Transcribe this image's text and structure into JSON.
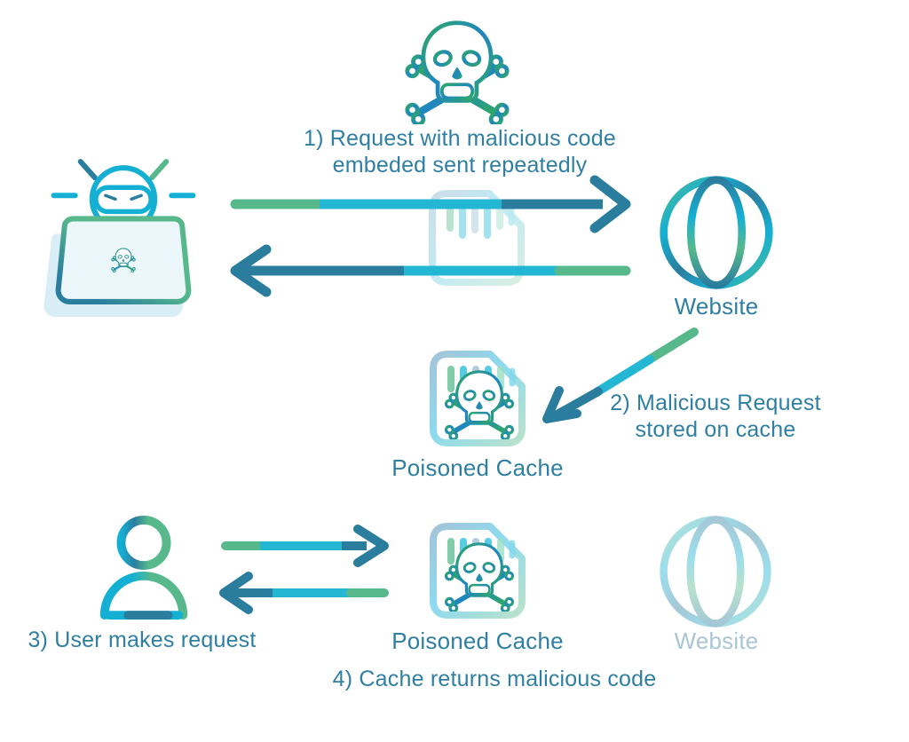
{
  "steps": {
    "step1": {
      "line1": "1) Request with malicious code",
      "line2": "embeded sent repeatedly"
    },
    "step2": {
      "line1": "2) Malicious Request",
      "line2": "stored on cache"
    },
    "step3": {
      "label": "3) User makes request"
    },
    "step4": {
      "label": "4) Cache returns malicious code"
    }
  },
  "labels": {
    "website_top": "Website",
    "poisoned_cache_top": "Poisoned Cache",
    "poisoned_cache_bottom": "Poisoned Cache",
    "website_bottom": "Website"
  },
  "icons": {
    "attacker": "skull-crossbones-icon",
    "hacker": "hacker-laptop-icon",
    "request_document": "request-document-icon",
    "website": "globe-icon",
    "poisoned_cache": "poisoned-cache-document-icon",
    "user": "user-icon",
    "request_arrows": "arrow-icon"
  },
  "colors": {
    "teal_text": "#2f7fa3",
    "arrow_dark": "#2b7d9e",
    "arrow_cyan": "#24b7d4",
    "arrow_green": "#57b98b",
    "skull_green": "#2fa865",
    "skull_blue": "#1f86c0",
    "laptop_fill": "#ecf7fb",
    "laptop_shadow": "#d9edf6",
    "doc_blue_gray": "#a3c4d8",
    "doc_cyan": "#8edaef",
    "doc_green": "#b9e2cb",
    "faded_label": "#a9c5d6"
  }
}
